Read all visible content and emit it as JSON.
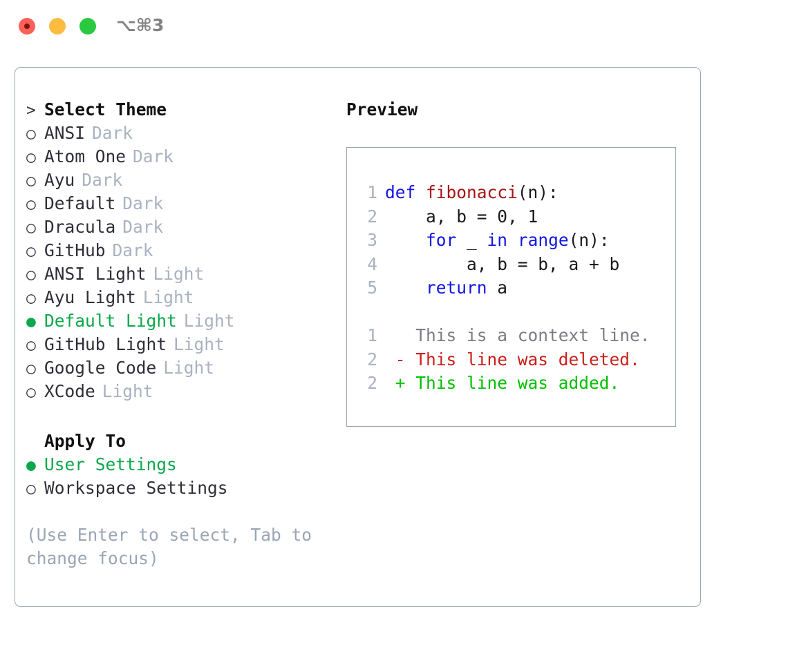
{
  "window": {
    "shortcut": "⌥⌘3",
    "traffic_lights": [
      "close-red",
      "minimize-yellow",
      "maximize-green"
    ]
  },
  "theme_list": {
    "heading": "Select Theme",
    "heading_marker": ">",
    "items": [
      {
        "marker": "○",
        "label": "ANSI",
        "variant": "Dark",
        "selected": false
      },
      {
        "marker": "○",
        "label": "Atom One",
        "variant": "Dark",
        "selected": false
      },
      {
        "marker": "○",
        "label": "Ayu",
        "variant": "Dark",
        "selected": false
      },
      {
        "marker": "○",
        "label": "Default",
        "variant": "Dark",
        "selected": false
      },
      {
        "marker": "○",
        "label": "Dracula",
        "variant": "Dark",
        "selected": false
      },
      {
        "marker": "○",
        "label": "GitHub",
        "variant": "Dark",
        "selected": false
      },
      {
        "marker": "○",
        "label": "ANSI Light",
        "variant": "Light",
        "selected": false
      },
      {
        "marker": "○",
        "label": "Ayu Light",
        "variant": "Light",
        "selected": false
      },
      {
        "marker": "●",
        "label": "Default Light",
        "variant": "Light",
        "selected": true
      },
      {
        "marker": "○",
        "label": "GitHub Light",
        "variant": "Light",
        "selected": false
      },
      {
        "marker": "○",
        "label": "Google Code",
        "variant": "Light",
        "selected": false
      },
      {
        "marker": "○",
        "label": "XCode",
        "variant": "Light",
        "selected": false
      }
    ]
  },
  "apply_to": {
    "heading": "Apply To",
    "items": [
      {
        "marker": "●",
        "label": "User Settings",
        "selected": true
      },
      {
        "marker": "○",
        "label": "Workspace Settings",
        "selected": false
      }
    ]
  },
  "hint": "(Use Enter to select, Tab to change focus)",
  "preview": {
    "title": "Preview",
    "code_lines": [
      {
        "no": "1",
        "tokens": [
          {
            "t": "def",
            "c": "kw"
          },
          {
            "t": " ",
            "c": "plain"
          },
          {
            "t": "fibonacci",
            "c": "fn"
          },
          {
            "t": "(n):",
            "c": "plain"
          }
        ]
      },
      {
        "no": "2",
        "tokens": [
          {
            "t": "    a, b = 0, 1",
            "c": "plain"
          }
        ]
      },
      {
        "no": "3",
        "tokens": [
          {
            "t": "    ",
            "c": "plain"
          },
          {
            "t": "for",
            "c": "kw"
          },
          {
            "t": " _ ",
            "c": "plain"
          },
          {
            "t": "in",
            "c": "kw"
          },
          {
            "t": " ",
            "c": "plain"
          },
          {
            "t": "range",
            "c": "kw"
          },
          {
            "t": "(n):",
            "c": "plain"
          }
        ]
      },
      {
        "no": "4",
        "tokens": [
          {
            "t": "        a, b = b, a + b",
            "c": "plain"
          }
        ]
      },
      {
        "no": "5",
        "tokens": [
          {
            "t": "    ",
            "c": "plain"
          },
          {
            "t": "return",
            "c": "kw"
          },
          {
            "t": " a",
            "c": "plain"
          }
        ]
      }
    ],
    "diff_lines": [
      {
        "no": "1",
        "sign": " ",
        "text": " This is a context line.",
        "kind": "context"
      },
      {
        "no": "2",
        "sign": "-",
        "text": " This line was deleted.",
        "kind": "del"
      },
      {
        "no": "2",
        "sign": "+",
        "text": " This line was added.",
        "kind": "add"
      }
    ]
  },
  "colors": {
    "selected_green": "#0aa84a",
    "diff_add_green": "#00c000",
    "diff_del_red": "#cc1f1a",
    "keyword_blue": "#1414e6",
    "function_red": "#a81414",
    "muted_gray": "#a9b2c0",
    "border_gray": "#9aa5b4"
  }
}
